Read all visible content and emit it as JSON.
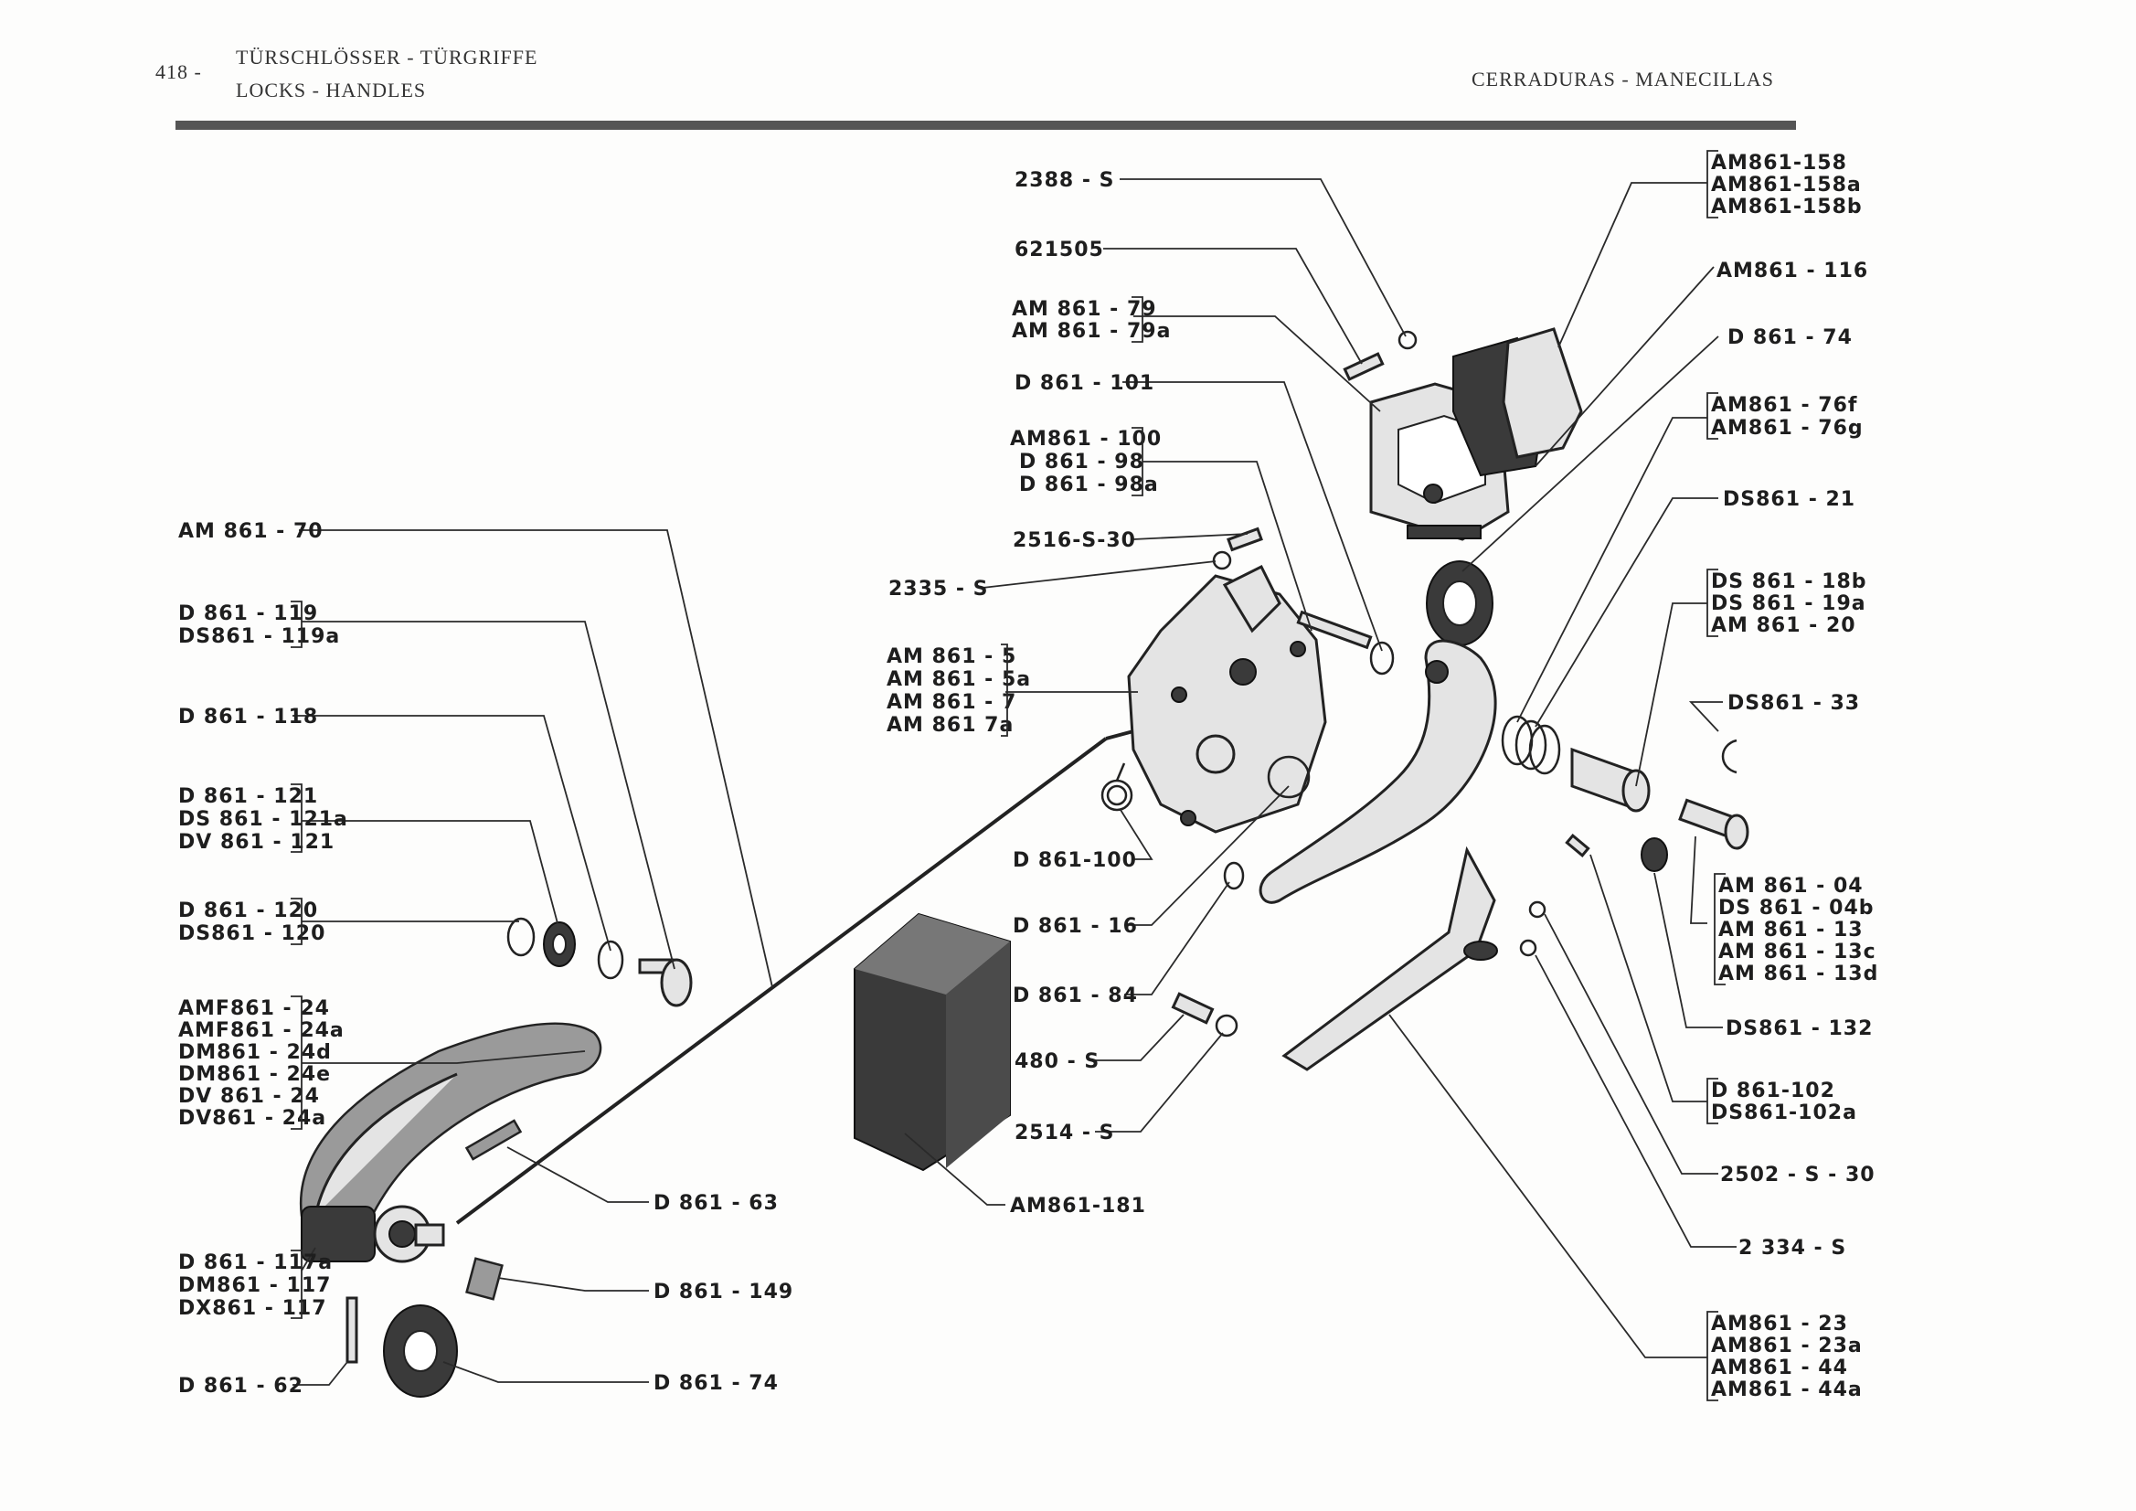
{
  "header": {
    "page_number": "418 -",
    "title_de": "TÜRSCHLÖSSER - TÜRGRIFFE",
    "title_en": "LOCKS - HANDLES",
    "title_es": "CERRADURAS - MANECILLAS"
  },
  "labels": {
    "l1": [
      "2388 - S"
    ],
    "l2": [
      "621505"
    ],
    "l3": [
      "AM 861 - 79",
      "AM 861 - 79a"
    ],
    "l4": [
      "D 861 - 101"
    ],
    "l5": [
      "AM861 - 100",
      "D 861 - 98",
      "D 861 - 98a"
    ],
    "l6": [
      "2516-S-30"
    ],
    "l7": [
      "2335 - S"
    ],
    "l8": [
      "AM 861 - 5",
      "AM 861 - 5a",
      "AM 861 - 7",
      "AM 861  7a"
    ],
    "l9": [
      "D 861-100"
    ],
    "l10": [
      "D 861 - 16"
    ],
    "l11": [
      "D 861 - 84"
    ],
    "l12": [
      "480 - S"
    ],
    "l13": [
      "2514 - S"
    ],
    "l14": [
      "AM861-181"
    ],
    "l15": [
      "AM 861 - 70"
    ],
    "l16": [
      "D 861 - 119",
      "DS861 - 119a"
    ],
    "l17": [
      "D 861 - 118"
    ],
    "l18": [
      "D 861 - 121",
      "DS 861 - 121a",
      "DV 861 - 121"
    ],
    "l19": [
      "D 861 - 120",
      "DS861 - 120"
    ],
    "l20": [
      "AMF861 - 24",
      "AMF861 - 24a",
      "DM861 - 24d",
      "DM861 - 24e",
      "DV 861 - 24",
      "DV861 - 24a"
    ],
    "l21": [
      "D 861 - 63"
    ],
    "l22": [
      "D 861 - 117a",
      "DM861 - 117",
      "DX861 - 117"
    ],
    "l23": [
      "D 861 - 149"
    ],
    "l24": [
      "D 861 - 62"
    ],
    "l25": [
      "D 861 - 74"
    ],
    "l26": [
      "AM861-158",
      "AM861-158a",
      "AM861-158b"
    ],
    "l27": [
      "AM861 - 116"
    ],
    "l28": [
      "D 861 - 74"
    ],
    "l29": [
      "AM861 - 76f",
      "AM861 - 76g"
    ],
    "l30": [
      "DS861 - 21"
    ],
    "l31": [
      "DS 861 - 18b",
      "DS 861 - 19a",
      "AM 861 - 20"
    ],
    "l32": [
      "DS861 - 33"
    ],
    "l33": [
      "AM 861 - 04",
      "DS 861 - 04b",
      "AM 861 - 13",
      "AM 861 - 13c",
      "AM 861 - 13d"
    ],
    "l34": [
      "DS861 - 132"
    ],
    "l35": [
      "D 861-102",
      "DS861-102a"
    ],
    "l36": [
      "2502 - S - 30"
    ],
    "l37": [
      "2 334 - S"
    ],
    "l38": [
      "AM861 - 23",
      "AM861 - 23a",
      "AM861 - 44",
      "AM861 - 44a"
    ]
  }
}
